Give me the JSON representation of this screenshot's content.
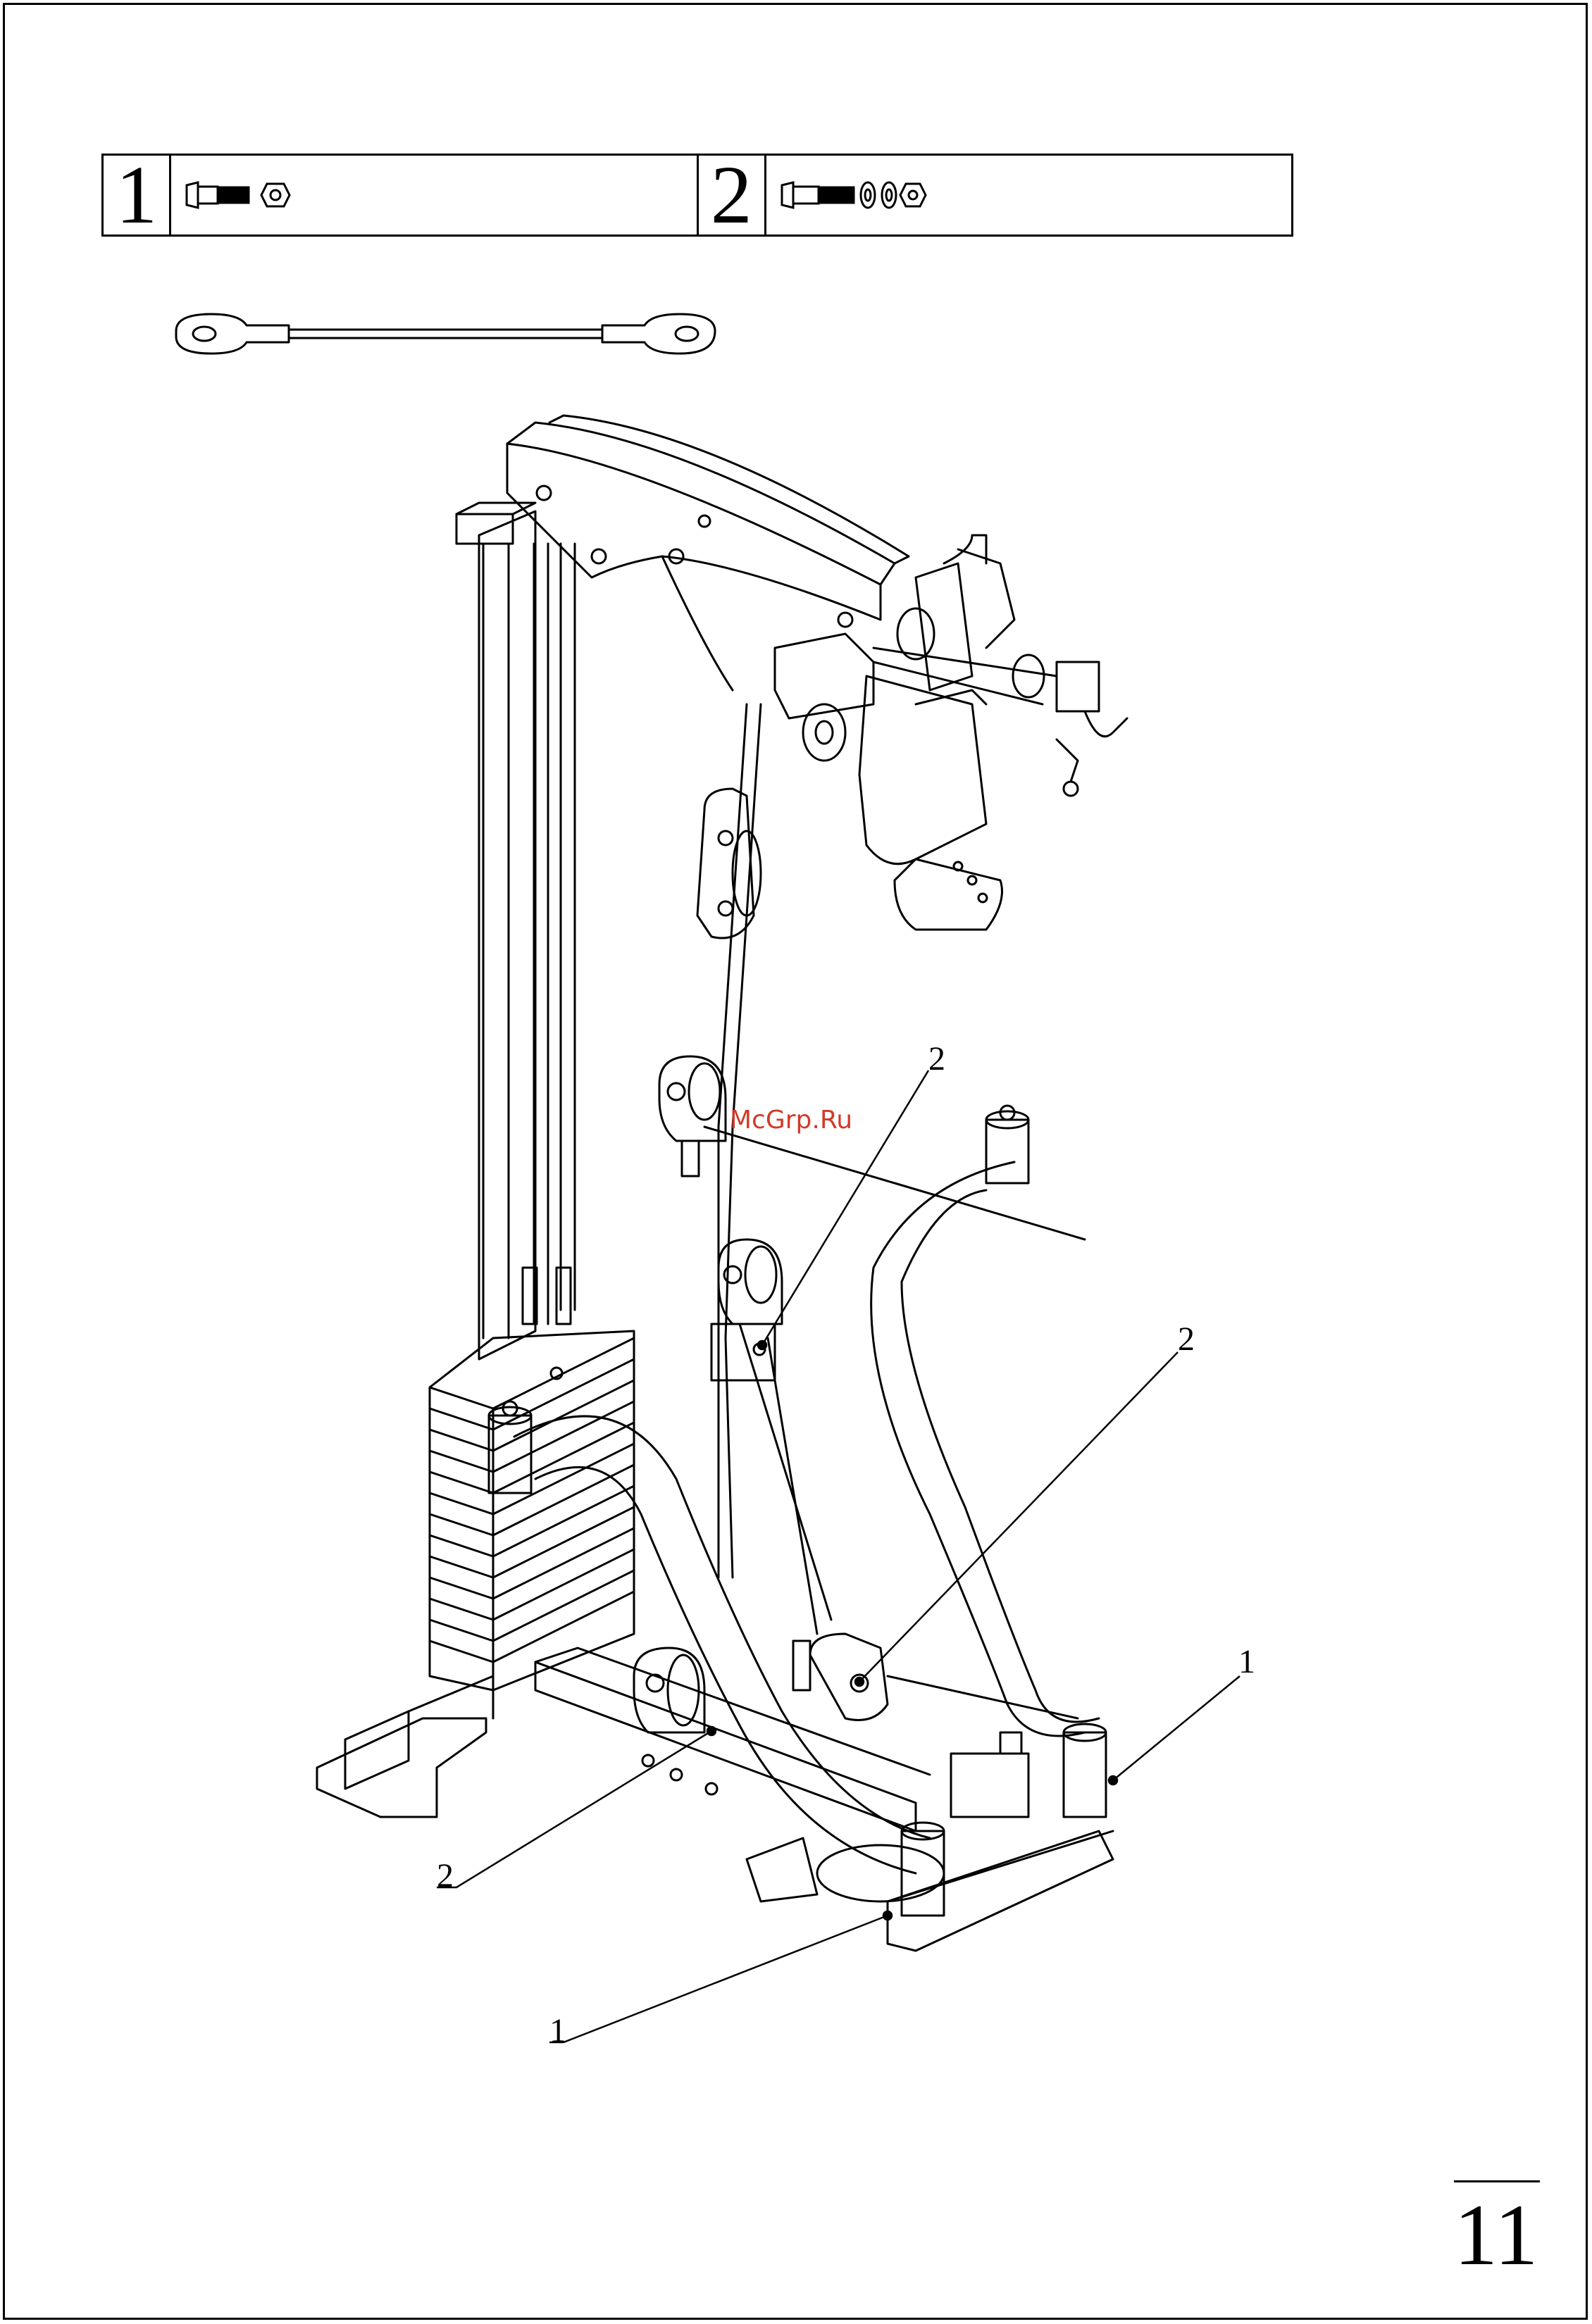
{
  "parts_table": {
    "cells": [
      {
        "number": "1",
        "icon": "bolt-and-nut-icon"
      },
      {
        "number": "2",
        "icon": "bolt-washers-nut-icon"
      }
    ]
  },
  "cable_icon": "cable-assembly-icon",
  "callouts": [
    {
      "label": "2"
    },
    {
      "label": "2"
    },
    {
      "label": "2"
    },
    {
      "label": "1"
    },
    {
      "label": "1"
    }
  ],
  "watermark": "McGrp.Ru",
  "page_number": "11",
  "colors": {
    "line": "#000000",
    "watermark": "#d23a2a"
  }
}
